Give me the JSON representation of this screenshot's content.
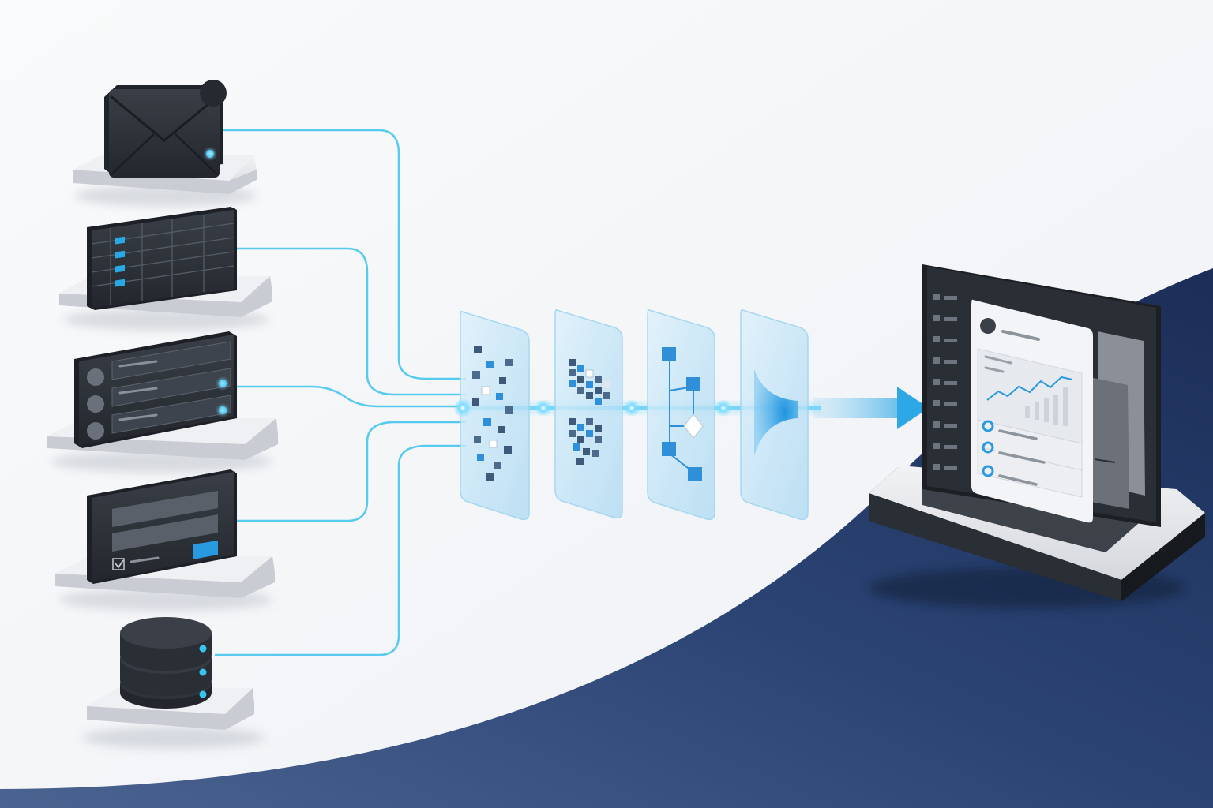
{
  "diagram": {
    "title": "",
    "colors": {
      "background": "#f6f7f9",
      "navy_wave": "#1f3566",
      "accent_blue": "#27b6ea",
      "device_dark": "#2a2e35",
      "platform_light": "#e4e6ea",
      "glass_panel": "#bfe4f7",
      "cube_dark": "#3d5a7a",
      "cube_blue": "#2f8fd8"
    },
    "sources": [
      {
        "id": "email",
        "icon": "envelope-icon"
      },
      {
        "id": "spreadsheet",
        "icon": "table-grid-icon"
      },
      {
        "id": "list",
        "icon": "list-icon"
      },
      {
        "id": "form",
        "icon": "form-icon"
      },
      {
        "id": "database",
        "icon": "database-icon"
      }
    ],
    "processing_stages": [
      {
        "id": "scattered-data",
        "icon": "scattered-cubes-icon"
      },
      {
        "id": "structured-data",
        "icon": "cube-grid-icon"
      },
      {
        "id": "workflow-logic",
        "icon": "flowchart-icon"
      },
      {
        "id": "refined-output",
        "icon": "funnel-icon"
      }
    ],
    "output": {
      "id": "dashboard-monitor",
      "icon": "dashboard-icon"
    }
  }
}
